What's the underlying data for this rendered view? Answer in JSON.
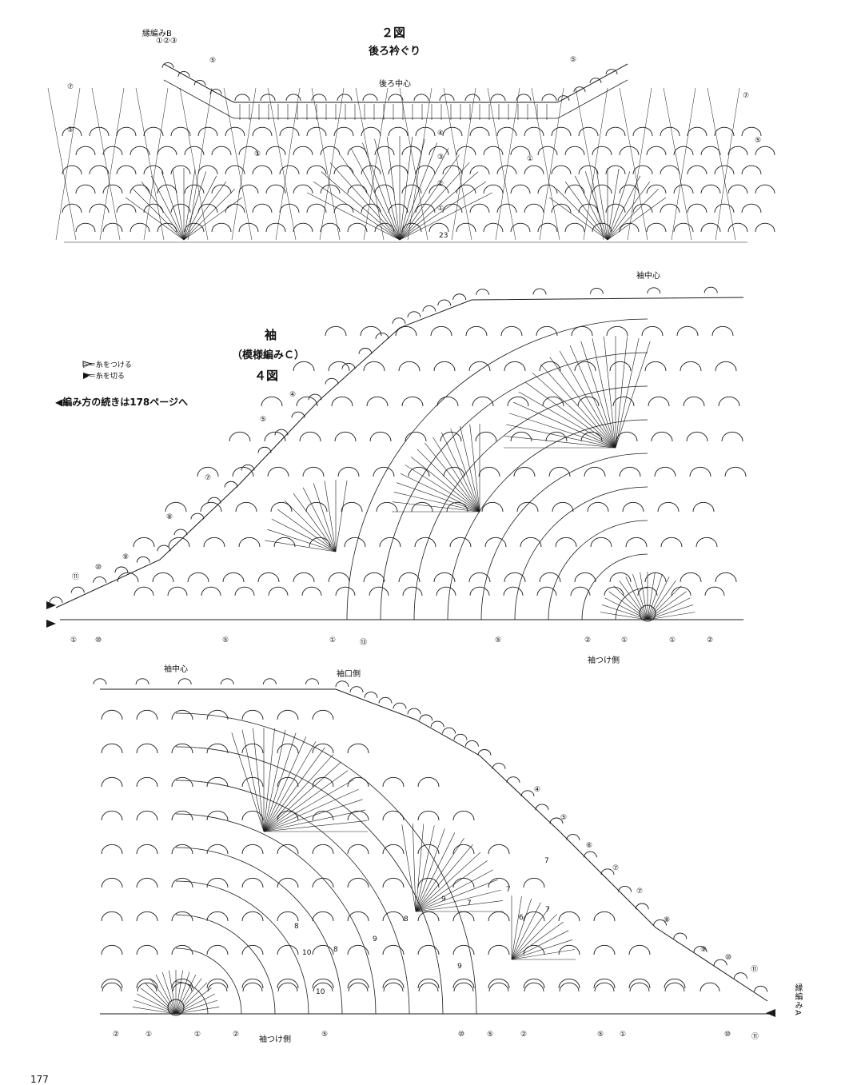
{
  "figure2": {
    "title": "２図",
    "subtitle": "後ろ衿ぐり",
    "edge_label": "縁編みB",
    "edge_rows": "①②③",
    "center_label": "後ろ中心",
    "row_marks_left": [
      "⑤",
      "⑦",
      "⑤",
      "①"
    ],
    "row_marks_right": [
      "⑤",
      "⑦",
      "⑤",
      "①"
    ],
    "row_marks_center": [
      "④",
      "③",
      "②",
      "①"
    ],
    "bottom_mark": "23"
  },
  "figure4": {
    "title": "袖",
    "subtitle": "（模様編みＣ）",
    "figure_no": "４図",
    "top_label": "袖中心",
    "bottom_label": "袖つけ側",
    "side_marks": [
      "⑪",
      "⑩",
      "⑨",
      "⑧",
      "⑦",
      "⑤",
      "④"
    ],
    "bottom_marks": [
      "①",
      "⑩",
      "⑤",
      "①",
      "⑬",
      "⑤",
      "②",
      "①",
      "①",
      "②"
    ]
  },
  "legend": {
    "attach": "▷＝糸をつける",
    "cut": "▶＝糸を切る",
    "continue_note": "◀編み方の続きは178ページへ"
  },
  "figure5": {
    "top_center_label": "袖中心",
    "cuff_label": "袖口側",
    "bottom_label": "袖つけ側",
    "edge_label": "縁編みA",
    "side_marks": [
      "④",
      "⑤",
      "⑥",
      "⑦",
      "⑦",
      "⑧",
      "⑨",
      "⑩",
      "⑪"
    ],
    "bottom_marks": [
      "②",
      "①",
      "①",
      "②",
      "⑤",
      "⑩",
      "⑤",
      "②",
      "⑤",
      "①",
      "⑩",
      "⑪"
    ],
    "inner_nums": [
      "7",
      "7",
      "7",
      "9",
      "8",
      "9",
      "10",
      "8",
      "10",
      "9",
      "7",
      "6",
      "8"
    ]
  },
  "page_number": "177"
}
